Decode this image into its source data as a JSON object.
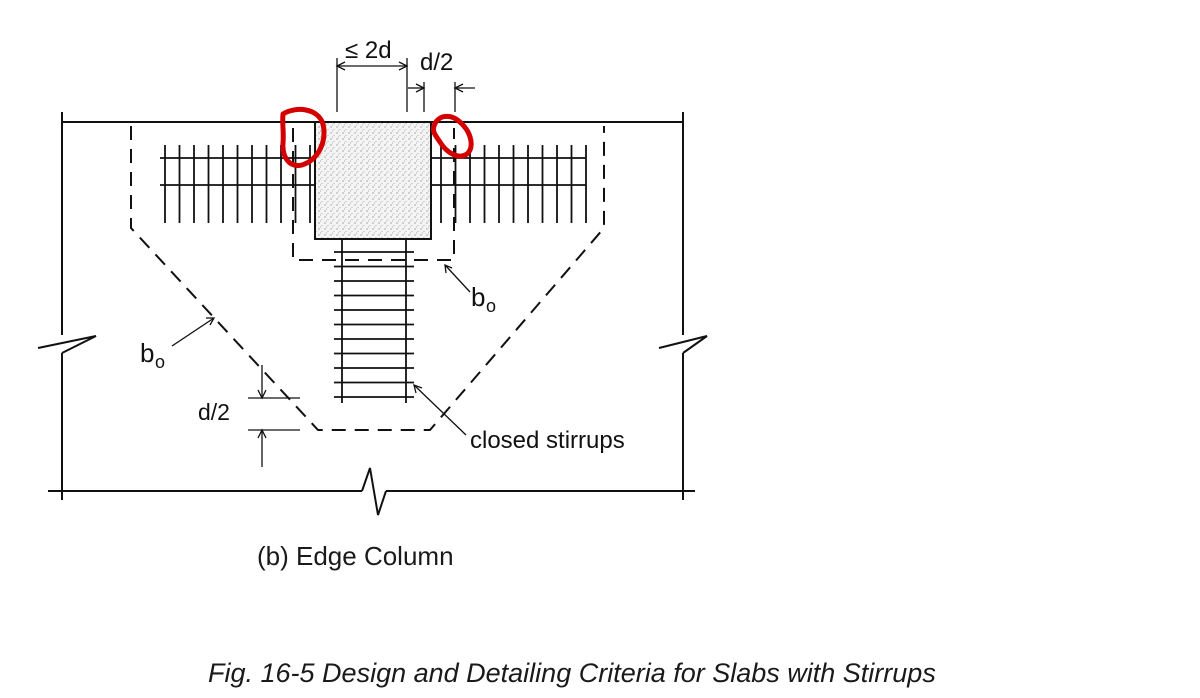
{
  "labels": {
    "top_dim_left": "≤ 2d",
    "top_dim_right": "d/2",
    "b0_right_main": "b",
    "b0_right_sub": "o",
    "b0_left_main": "b",
    "b0_left_sub": "o",
    "left_dim": "d/2",
    "stirrups": "closed stirrups"
  },
  "subcaption": "(b)  Edge Column",
  "caption": "Fig. 16-5 Design and Detailing Criteria for Slabs with Stirrups",
  "colors": {
    "line": "#111111",
    "highlight": "#d40000",
    "column_fill": "#f1f1f1"
  }
}
